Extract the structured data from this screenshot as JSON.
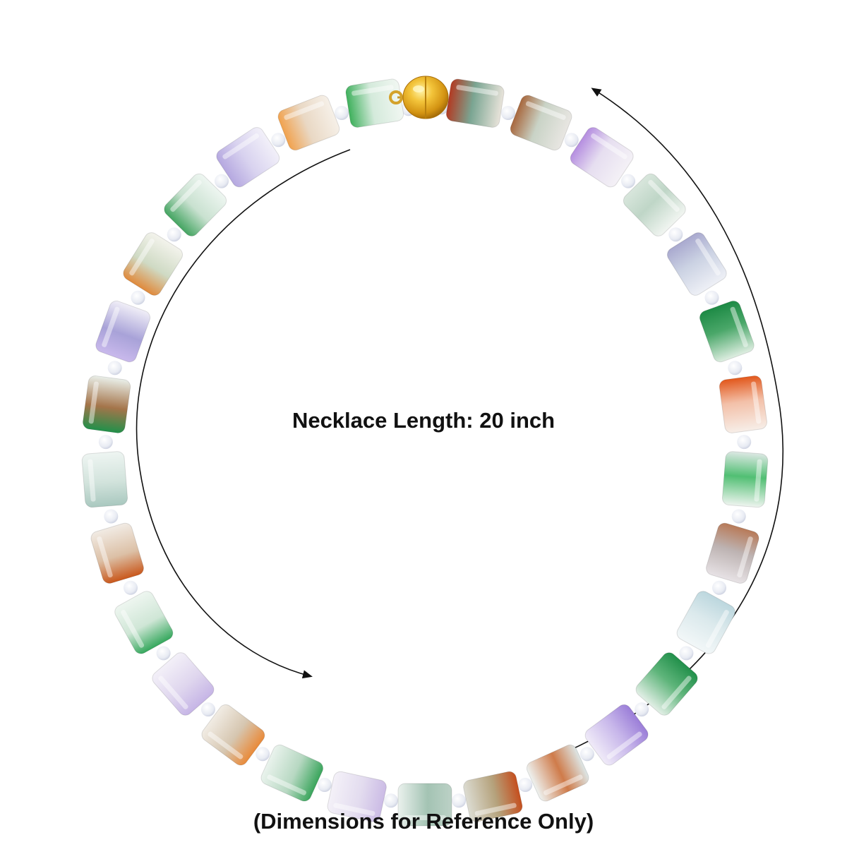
{
  "product_image": {
    "length_label": "Necklace Length: 20 inch",
    "disclaimer": "(Dimensions for Reference Only)",
    "subject": "multi-color jade barrel bead necklace with gold magnetic clasp",
    "colors": {
      "background": "#ffffff",
      "text": "#111111",
      "arrow": "#111111",
      "clasp_gold": "#e0a81c",
      "spacer_bead": "#eef0f6"
    },
    "bead_palettes": [
      [
        "#b23a22",
        "#7aa592",
        "#e8e3da"
      ],
      [
        "#a8683e",
        "#c9d3c6",
        "#e8e6e2"
      ],
      [
        "#b58ee0",
        "#e6def0",
        "#f4f1f6"
      ],
      [
        "#d8e6dc",
        "#bfd6c7",
        "#f1f5f1"
      ],
      [
        "#a9a9cf",
        "#cbd2e3",
        "#eef0f6"
      ],
      [
        "#1d8a45",
        "#4aa769",
        "#dfeee2"
      ],
      [
        "#e2581c",
        "#f3c0a8",
        "#f7eee8"
      ],
      [
        "#dce8e3",
        "#51bf73",
        "#eef4ef"
      ],
      [
        "#b87a58",
        "#bdb3b2",
        "#e7e2e5"
      ],
      [
        "#bcd7de",
        "#dbe9ec",
        "#f2f7f8"
      ],
      [
        "#22904b",
        "#5fb57b",
        "#e2efe6"
      ],
      [
        "#9b7ed8",
        "#c7b6ea",
        "#f0ebf8"
      ],
      [
        "#dde6e6",
        "#cf7b4a",
        "#eef2f0"
      ],
      [
        "#c54f1e",
        "#b5a27c",
        "#dcdcd2"
      ],
      [
        "#bcd1c6",
        "#a3c3b3",
        "#eaf1ed"
      ],
      [
        "#cbbbe5",
        "#e3dcef",
        "#f4f1f8"
      ],
      [
        "#3aa55c",
        "#b7d8c2",
        "#eaf3ed"
      ],
      [
        "#e98a3a",
        "#d6c6b0",
        "#f1ece4"
      ],
      [
        "#c6b5e6",
        "#dfd6ee",
        "#f3f0f8"
      ],
      [
        "#36a85e",
        "#cfe6d6",
        "#eef6f0"
      ],
      [
        "#c9581c",
        "#dcc0a6",
        "#f1ebe4"
      ],
      [
        "#a9c8bf",
        "#d2e3dc",
        "#eef5f2"
      ],
      [
        "#21904a",
        "#a4744a",
        "#e9eee8"
      ],
      [
        "#c9b9ec",
        "#a8a2d8",
        "#f0eef7"
      ],
      [
        "#e08a3c",
        "#cfdac4",
        "#f3f3ec"
      ],
      [
        "#45a562",
        "#c9e1d0",
        "#eef6f1"
      ],
      [
        "#b5a8e0",
        "#d8d2ef",
        "#f2f0f9"
      ],
      [
        "#f1a24e",
        "#e9d8c4",
        "#f6f0e8"
      ],
      [
        "#3fb05c",
        "#d4eadb",
        "#f1f7f2"
      ]
    ]
  }
}
